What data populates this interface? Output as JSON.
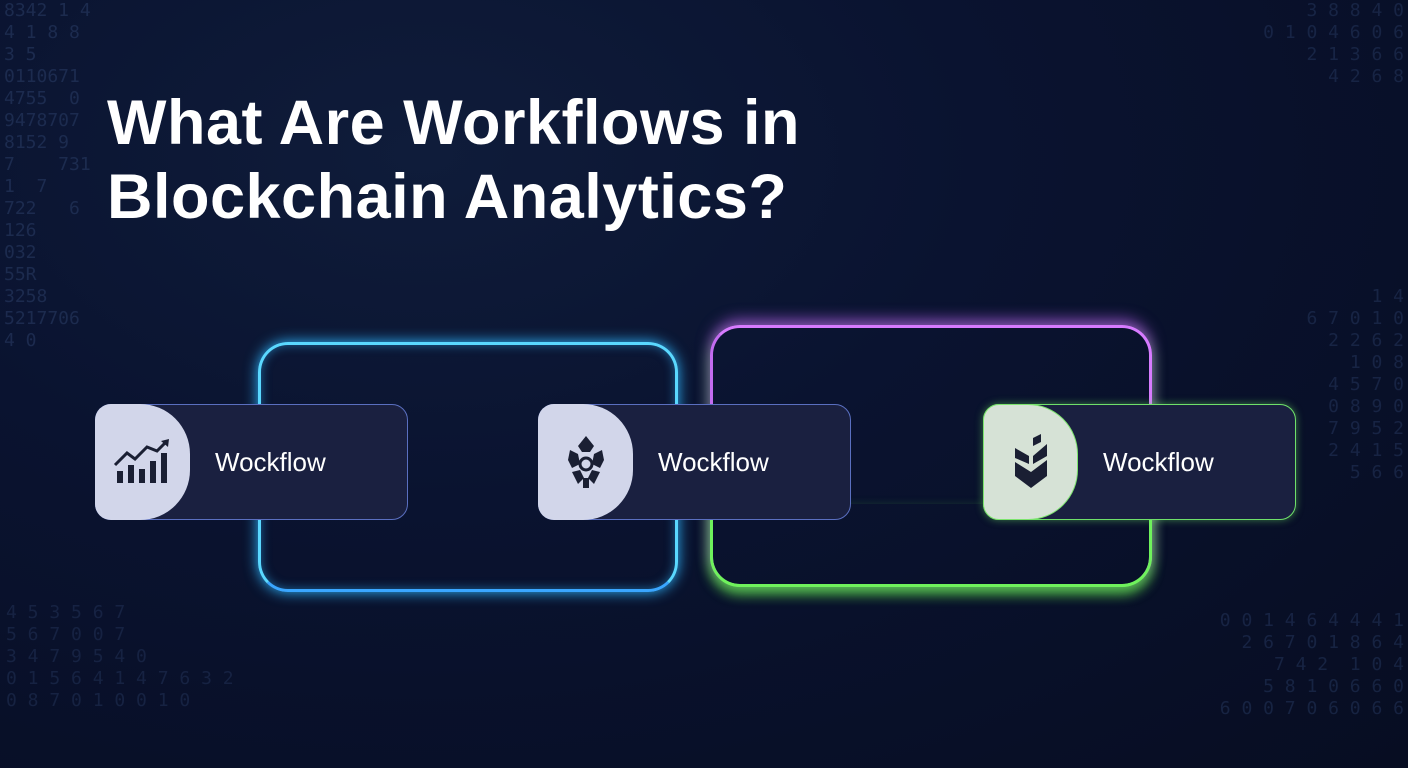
{
  "title": {
    "line1": "What Are Workflows in",
    "line2": "Blockchain Analytics?"
  },
  "background_digits": {
    "left": "8342 1 4 4 1 8 8 3 5\n0110671  4755  0\n9478707 8152 9\n7    731 1  7\n722   6\n126\n032\n55R\n3258\n5217706\n4 0",
    "right": "3 8 8 4 0\n0 1 0 4 6 0 6\n2 1 3 6 6\n4 2 6 8\n\n\n\n\n\n\n\n\n\n1 4\n6 7 0 1 0\n2 2 6 2\n1 0 8\n4 5 7 0\n0 8 9 0\n7 9 5 2\n2 4 1 5\n5 6 6",
    "bottom_left": "4 5 3 5 6 7\n5 6 7 0 0 7\n3 4 7 9 5 4 0\n0 1 5 6 4 1 4 7 6 3 2\n0 8 7 0 1 0 0 1 0",
    "bottom_right": "0 0 1 4 6 4 4 4 1\n2 6 7 0 1 8 6 4\n7 4 2  1 0 4\n5 8 1 0 6 6 0\n6 0 0 7 0 6 0 6 6"
  },
  "colors": {
    "cyan": "#5ad8ff",
    "purple": "#d77bff",
    "green": "#6ff25c",
    "background": "#070d22"
  },
  "nodes": [
    {
      "label": "Wockflow",
      "icon": "chart-growth-icon",
      "accent": "#5a6fc0"
    },
    {
      "label": "Wockflow",
      "icon": "network-hub-icon",
      "accent": "#5a6fc0"
    },
    {
      "label": "Wockflow",
      "icon": "shield-blocks-icon",
      "accent": "#6fe06a"
    }
  ]
}
